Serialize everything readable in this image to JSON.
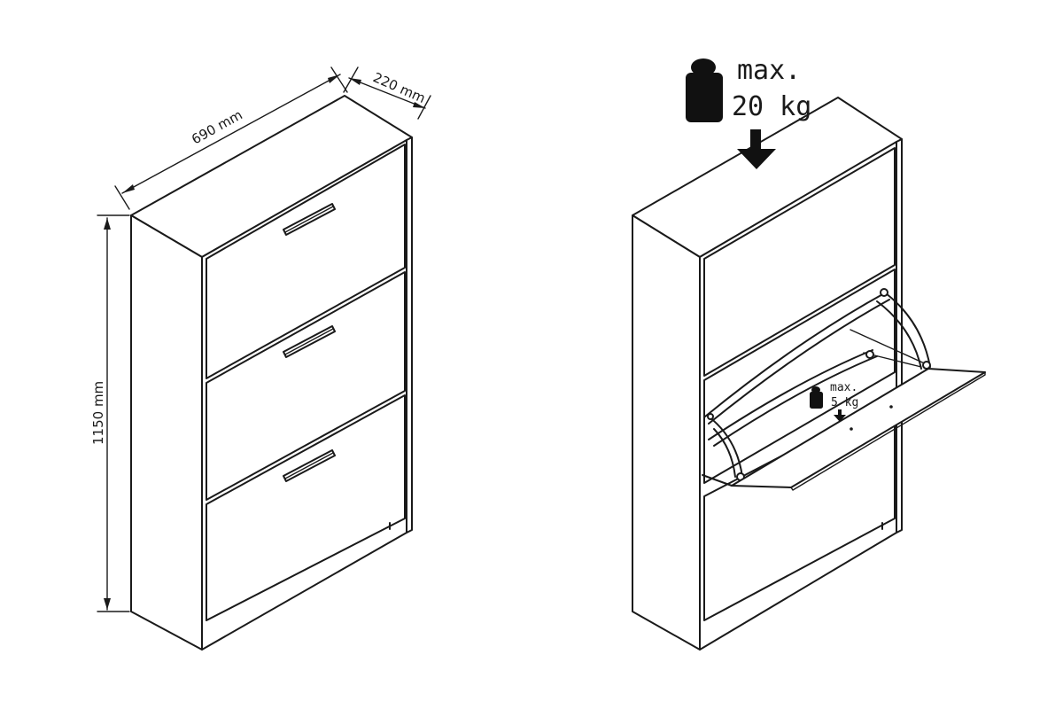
{
  "dimensions": {
    "width": "690 mm",
    "depth": "220 mm",
    "height": "1150 mm"
  },
  "load_top": {
    "line1": "max.",
    "line2": "20 kg"
  },
  "load_drawer": {
    "line1": "max.",
    "line2": "5 kg"
  },
  "colors": {
    "line": "#1a1a1a",
    "background": "#ffffff"
  },
  "icons": [
    "weight-icon",
    "down-arrow-icon"
  ]
}
